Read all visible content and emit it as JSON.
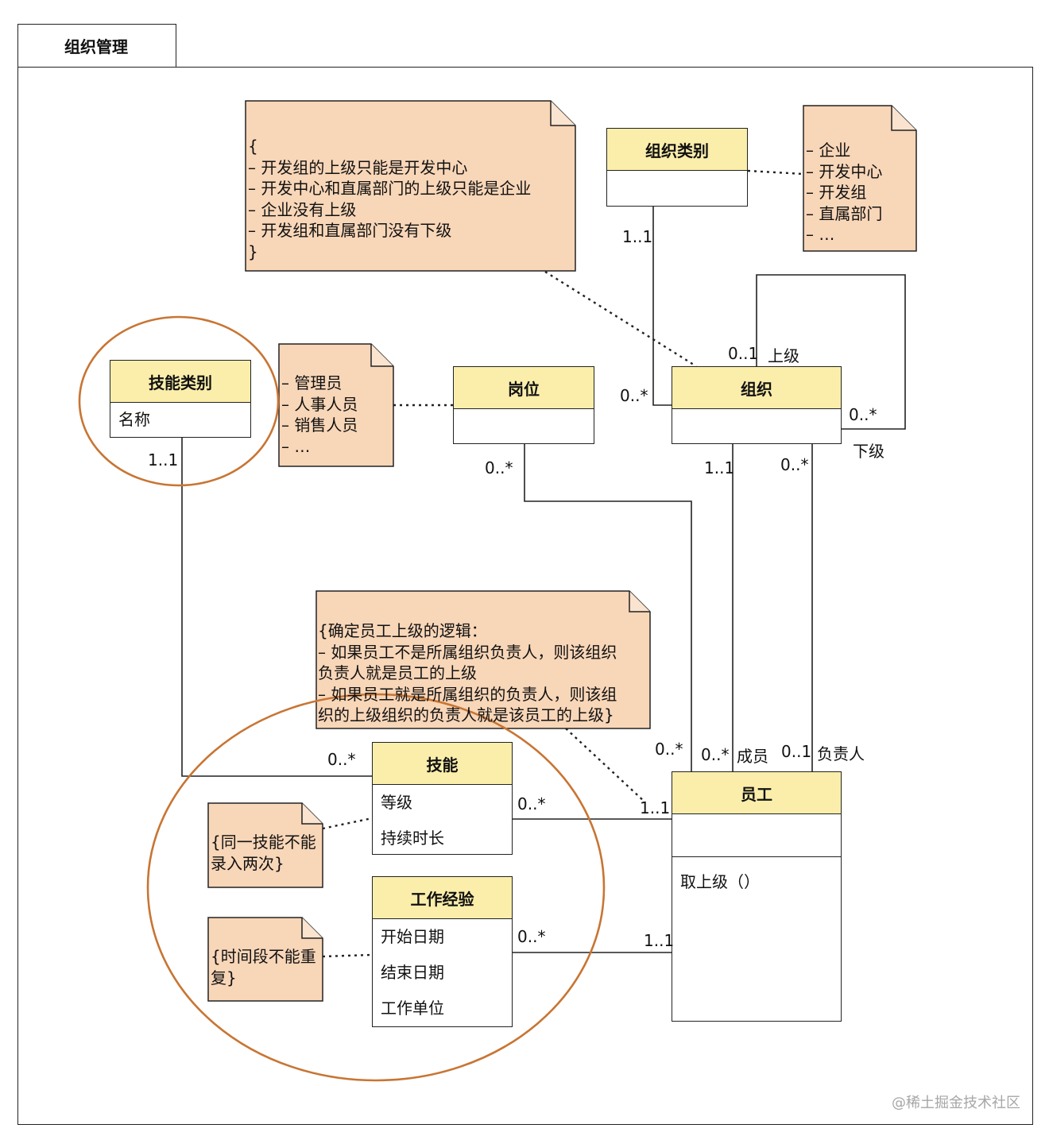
{
  "package": {
    "title": "组织管理"
  },
  "classes": {
    "org_type": {
      "name": "组织类别"
    },
    "org": {
      "name": "组织"
    },
    "position": {
      "name": "岗位"
    },
    "skill_type": {
      "name": "技能类别",
      "attrs": [
        "名称"
      ]
    },
    "skill": {
      "name": "技能",
      "attrs": [
        "等级",
        "持续时长"
      ]
    },
    "work_exp": {
      "name": "工作经验",
      "attrs": [
        "开始日期",
        "结束日期",
        "工作单位"
      ]
    },
    "employee": {
      "name": "员工",
      "ops": [
        "取上级（）"
      ]
    }
  },
  "notes": {
    "org_rules": "{\n– 开发组的上级只能是开发中心\n– 开发中心和直属部门的上级只能是企业\n– 企业没有上级\n– 开发组和直属部门没有下级\n}",
    "org_type_values": "– 企业\n– 开发中心\n– 开发组\n– 直属部门\n– …",
    "position_values": "– 管理员\n– 人事人员\n– 销售人员\n– …",
    "superior_logic": "{确定员工上级的逻辑：\n– 如果员工不是所属组织负责人，则该组织\n负责人就是员工的上级\n– 如果员工就是所属组织的负责人，则该组\n织的上级组织的负责人就是该员工的上级}",
    "skill_unique": "{同一技能不能\n录入两次}",
    "period_unique": "{时间段不能重\n复}"
  },
  "labels": {
    "orgtype_mult": "1..1",
    "org_left_mult": "0..*",
    "org_parent_mult": "0..1",
    "org_parent_role": "上级",
    "org_child_mult": "0..*",
    "org_child_role": "下级",
    "org_member_mult": "1..1",
    "org_leader_mult": "0..*",
    "position_mult": "0..*",
    "skilltype_mult": "1..1",
    "skill_left_mult": "0..*",
    "skill_right_mult": "0..*",
    "emp_skill_mult": "1..1",
    "workexp_mult": "0..*",
    "emp_workexp_mult": "1..1",
    "emp_position_mult": "0..*",
    "emp_member_mult": "0..*",
    "emp_member_role": "成员",
    "emp_leader_mult": "0..1",
    "emp_leader_role": "负责人"
  },
  "watermark": "@稀土掘金技术社区",
  "colors": {
    "note_fill": "#f8d6b8",
    "class_header": "#fbeeab",
    "highlight_circle": "#c87533",
    "line": "#222222"
  }
}
